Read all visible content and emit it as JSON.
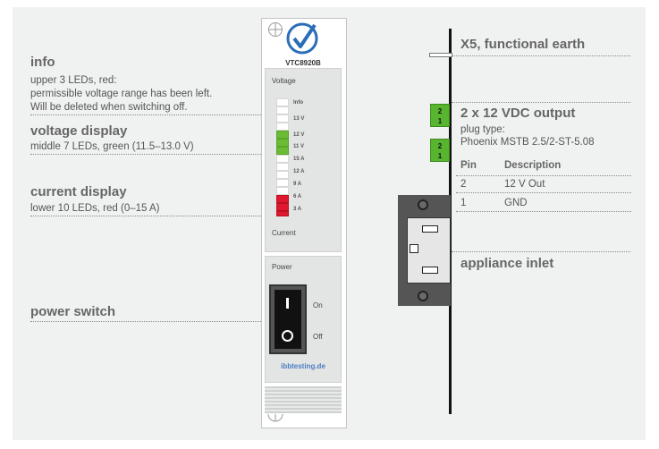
{
  "left": {
    "info": {
      "title": "info",
      "line1": "upper 3 LEDs, red:",
      "line2": "permissible voltage range has been left.",
      "line3": "Will be deleted when switching off."
    },
    "voltage": {
      "title": "voltage display",
      "desc": "middle 7 LEDs, green (11.5–13.0 V)"
    },
    "current": {
      "title": "current display",
      "desc": "lower 10 LEDs, red (0–15 A)"
    },
    "power": {
      "title": "power switch"
    }
  },
  "device": {
    "model": "VTC8920B",
    "voltage_label": "Voltage",
    "current_label": "Current",
    "power_label": "Power",
    "on_label": "On",
    "off_label": "Off",
    "url": "ibbtesting.de",
    "led_labels": [
      "Info",
      "13 V",
      "12 V",
      "11 V",
      "15 A",
      "12 A",
      "9 A",
      "6 A",
      "3 A"
    ],
    "led_colors": [
      "#ffffff",
      "#ffffff",
      "#6cbb35",
      "#6cbb35",
      "#ffffff",
      "#ffffff",
      "#ffffff",
      "#ffffff",
      "#e0182d"
    ],
    "accent": "#2a6db8"
  },
  "right": {
    "earth": {
      "title": "X5, functional earth"
    },
    "output": {
      "title": "2 x 12 VDC output",
      "plug_label": "plug type:",
      "plug_value": "Phoenix MSTB 2.5/2-ST-5.08",
      "table": {
        "headers": [
          "Pin",
          "Description"
        ],
        "rows": [
          [
            "2",
            "12 V Out"
          ],
          [
            "1",
            "GND"
          ]
        ]
      },
      "connector_pins": [
        "2",
        "1"
      ]
    },
    "inlet": {
      "title": "appliance inlet"
    }
  }
}
